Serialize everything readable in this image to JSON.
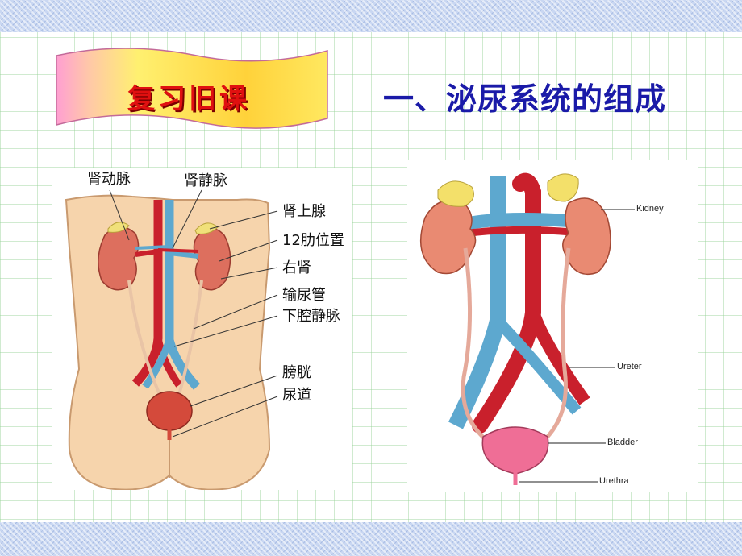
{
  "slide": {
    "banner_label": "复习旧课",
    "title": "一、泌尿系统的组成"
  },
  "left_figure": {
    "labels": {
      "renal_artery": "肾动脉",
      "renal_vein": "肾静脉",
      "adrenal_gland": "肾上腺",
      "rib12_position": "12肋位置",
      "right_kidney": "右肾",
      "ureter": "输尿管",
      "inferior_vena_cava": "下腔静脉",
      "bladder": "膀胱",
      "urethra": "尿道"
    }
  },
  "right_figure": {
    "labels": {
      "kidney": "Kidney",
      "ureter": "Ureter",
      "bladder": "Bladder",
      "urethra": "Urethra"
    }
  },
  "colors": {
    "banner_fill": "#ffd23a",
    "banner_edge": "#ff9bd0",
    "banner_text": "#e01010",
    "title": "#1a1aa8",
    "skin": "#f6d4ac",
    "kidney": "#dd6f5e",
    "artery": "#c9202c",
    "vein": "#5da8cf",
    "adrenal": "#f0e07a"
  }
}
